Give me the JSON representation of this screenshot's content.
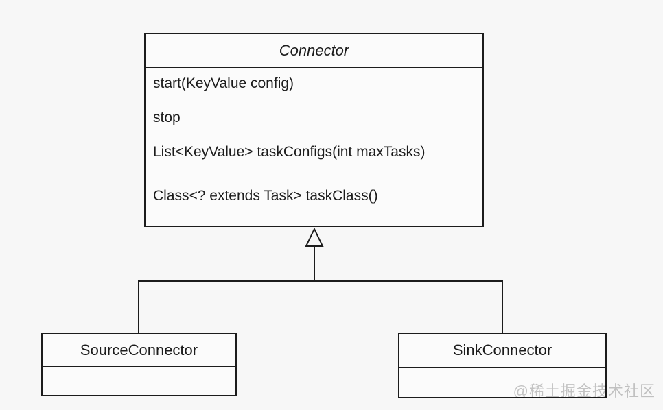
{
  "diagram": {
    "type": "uml-class-diagram",
    "parent_class": {
      "name": "Connector",
      "abstract": true,
      "methods": [
        "start(KeyValue config)",
        "stop",
        "List<KeyValue> taskConfigs(int maxTasks)",
        "Class<? extends Task> taskClass()"
      ]
    },
    "child_classes": [
      {
        "name": "SourceConnector",
        "methods": []
      },
      {
        "name": "SinkConnector",
        "methods": []
      }
    ],
    "relationship": {
      "type": "inheritance",
      "from": [
        "SourceConnector",
        "SinkConnector"
      ],
      "to": "Connector"
    }
  },
  "watermark": "@稀土掘金技术社区",
  "colors": {
    "background": "#f7f7f7",
    "box_fill": "#fbfbfb",
    "line": "#1c1c1c",
    "watermark": "#c6c6c6"
  }
}
